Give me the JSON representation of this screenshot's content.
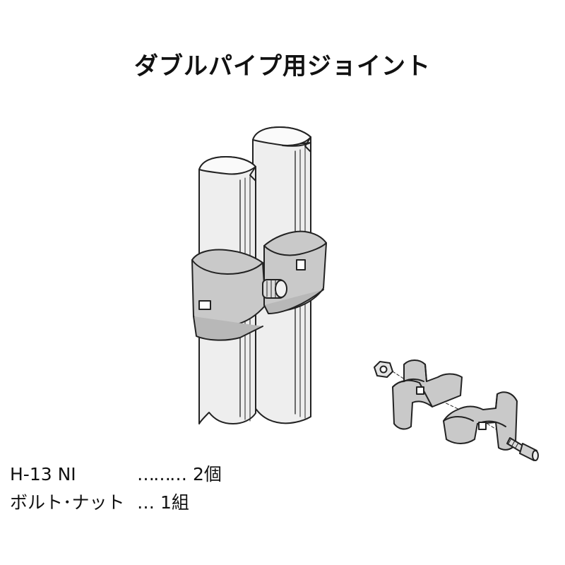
{
  "title": "ダブルパイプ用ジョイント",
  "parts": [
    {
      "name": "H-13 NI",
      "leader": "………",
      "qty": "2個"
    },
    {
      "name": "ボルト･ナット",
      "leader": "…",
      "qty": "1組"
    }
  ],
  "colors": {
    "line": "#222222",
    "pipe": "#eeeeee",
    "clamp": "#c9c9c9",
    "shadow": "#b0b0b0"
  },
  "icons": [
    "double-pipe-joint-assembly",
    "joint-exploded-view"
  ]
}
